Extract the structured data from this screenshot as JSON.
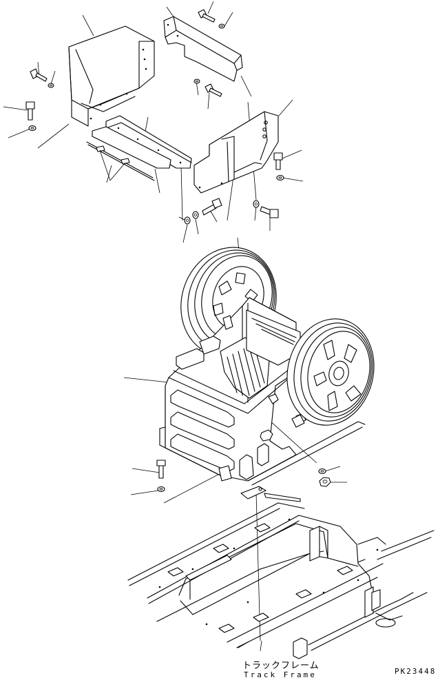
{
  "labels": {
    "track_frame_jp": "トラックフレーム",
    "track_frame_en": "Track Frame",
    "drawing_code": "PK23448"
  },
  "colors": {
    "ink": "#000000",
    "paper": "#ffffff"
  }
}
